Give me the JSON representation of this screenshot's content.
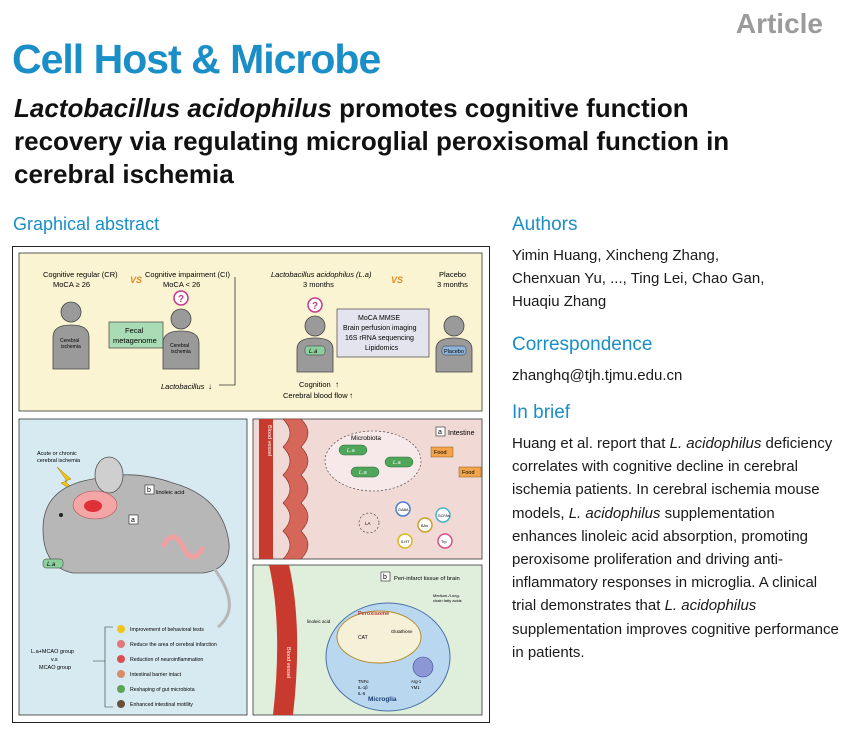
{
  "header": {
    "article_label": "Article",
    "journal_name": "Cell Host & Microbe",
    "title_italic": "Lactobacillus acidophilus",
    "title_rest": " promotes cognitive function recovery via regulating microglial peroxisomal function in cerebral ischemia"
  },
  "graphical_abstract": {
    "heading": "Graphical abstract",
    "top_panel": {
      "cr_label": "Cognitive regular (CR)",
      "cr_moca": "MoCA ≥ 26",
      "ci_label": "Cognitive impairment (CI)",
      "ci_moca": "MoCA < 26",
      "vs": "VS",
      "fecal": [
        "Fecal",
        "metagenome"
      ],
      "cerebral_ischemia": [
        "Cerebral",
        "ischemia"
      ],
      "lacto_label": "Lactobacillus",
      "la_group": "Lactobacillus acidophilus (L.a)",
      "la_months": "3 months",
      "placebo": "Placebo",
      "placebo_months": "3 months",
      "tests": [
        "MoCA MMSE",
        "Brain perfusion imaging",
        "16S rRNA sequencing",
        "Lipidomics"
      ],
      "la_badge": "L.a",
      "placebo_badge": "Placebo",
      "cognition": "Cognition",
      "blood_flow": "Cerebral blood flow"
    },
    "left_panel": {
      "stroke": [
        "Acute or chronic",
        "cerebral ischemia"
      ],
      "linoleic": "linoleic acid",
      "label_a": "a",
      "label_b": "b",
      "la_badge": "L.a",
      "group": [
        "L.a+MCAO group",
        "v.s",
        "MCAO group"
      ],
      "outcomes": [
        "Improvement of behavioral tests",
        "Reduce the area of cerebral infarction",
        "Reduction of neuroinflammation",
        "Intestinal barrier intact",
        "Reshaping of gut microbiota",
        "Enhanced intestinal motility"
      ]
    },
    "intestine_panel": {
      "label": "a",
      "title": "Intestine",
      "vessel": "Blood vessel",
      "microbiota": "Microbiota",
      "la": "L.a",
      "food": "Food",
      "metabolites": [
        "GABA",
        "SCFAs",
        "BAs",
        "5-HT",
        "Trp",
        "LA"
      ]
    },
    "brain_panel": {
      "label": "b",
      "title": "Peri-infarct tissue of brain",
      "vessel": "Blood vessel",
      "peroxisome": "Peroxisome",
      "microglia": "Microglia",
      "linoleic": "linoleic acid",
      "fatty": [
        "Medium-/Long-",
        "chain fatty acids"
      ],
      "labels": [
        "CAT",
        "Glutathione",
        "TNFα",
        "IL-1β",
        "IL-6",
        "Arg-1",
        "YM1"
      ]
    }
  },
  "authors": {
    "heading": "Authors",
    "lines": [
      "Yimin Huang, Xincheng Zhang,",
      "Chenxuan Yu, ..., Ting Lei, Chao Gan,",
      "Huaqiu Zhang"
    ]
  },
  "correspondence": {
    "heading": "Correspondence",
    "email": "zhanghq@tjh.tjmu.edu.cn"
  },
  "in_brief": {
    "heading": "In brief",
    "text_1": "Huang et al. report that ",
    "italic_1": "L. acidophilus",
    "text_2": " deficiency correlates with cognitive decline in cerebral ischemia patients. In cerebral ischemia mouse models, ",
    "italic_2": "L. acidophilus",
    "text_3": " supplementation enhances linoleic acid absorption, promoting peroxisome proliferation and driving anti-inflammatory responses in microglia. A clinical trial demonstrates that ",
    "italic_3": "L. acidophilus",
    "text_4": " supplementation improves cognitive performance in patients."
  },
  "colors": {
    "journal_blue": "#1a8ec7",
    "top_panel_bg": "#fbf4d2",
    "left_panel_bg": "#d7e9f1",
    "intestine_bg": "#f1d9d6",
    "brain_bg": "#e0eedc",
    "fecal_box": "#a9dcb5",
    "vessel_red": "#c8392e"
  }
}
